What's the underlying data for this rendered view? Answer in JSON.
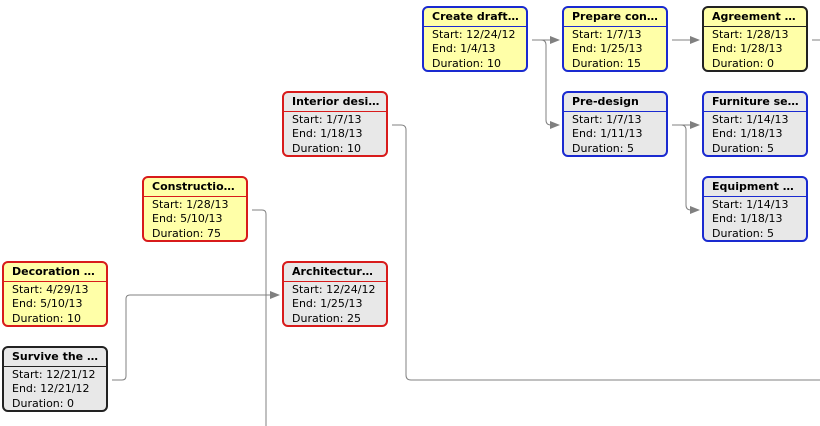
{
  "labels": {
    "start": "Start:",
    "end": "End:",
    "duration": "Duration:"
  },
  "colors": {
    "critical_border": "#d81b1b",
    "normal_border": "#1a2ad0",
    "milestone_border": "#222222",
    "summary_fill": "#ffffa8",
    "task_fill": "#e8e8e8",
    "link": "#808080"
  },
  "tasks": [
    {
      "id": "create-draft",
      "title": "Create draft o...",
      "start": "12/24/12",
      "end": "1/4/13",
      "duration": "10"
    },
    {
      "id": "prepare-construction",
      "title": "Prepare const...",
      "start": "1/7/13",
      "end": "1/25/13",
      "duration": "15"
    },
    {
      "id": "agreement",
      "title": "Agreement on...",
      "start": "1/28/13",
      "end": "1/28/13",
      "duration": "0"
    },
    {
      "id": "interior-design",
      "title": "Interior design",
      "start": "1/7/13",
      "end": "1/18/13",
      "duration": "10"
    },
    {
      "id": "pre-design",
      "title": "Pre-design",
      "start": "1/7/13",
      "end": "1/11/13",
      "duration": "5"
    },
    {
      "id": "furniture-selection",
      "title": "Furniture sele...",
      "start": "1/14/13",
      "end": "1/18/13",
      "duration": "5"
    },
    {
      "id": "construction-phase",
      "title": "Construction p...",
      "start": "1/28/13",
      "end": "5/10/13",
      "duration": "75"
    },
    {
      "id": "equipment-planning",
      "title": "Equipment pla...",
      "start": "1/14/13",
      "end": "1/18/13",
      "duration": "5"
    },
    {
      "id": "decoration-phase",
      "title": "Decoration ph...",
      "start": "4/29/13",
      "end": "5/10/13",
      "duration": "10"
    },
    {
      "id": "architectural-design",
      "title": "Architectural d...",
      "start": "12/24/12",
      "end": "1/25/13",
      "duration": "25"
    },
    {
      "id": "survive-the-end",
      "title": "Survive the En...",
      "start": "12/21/12",
      "end": "12/21/12",
      "duration": "0"
    }
  ]
}
